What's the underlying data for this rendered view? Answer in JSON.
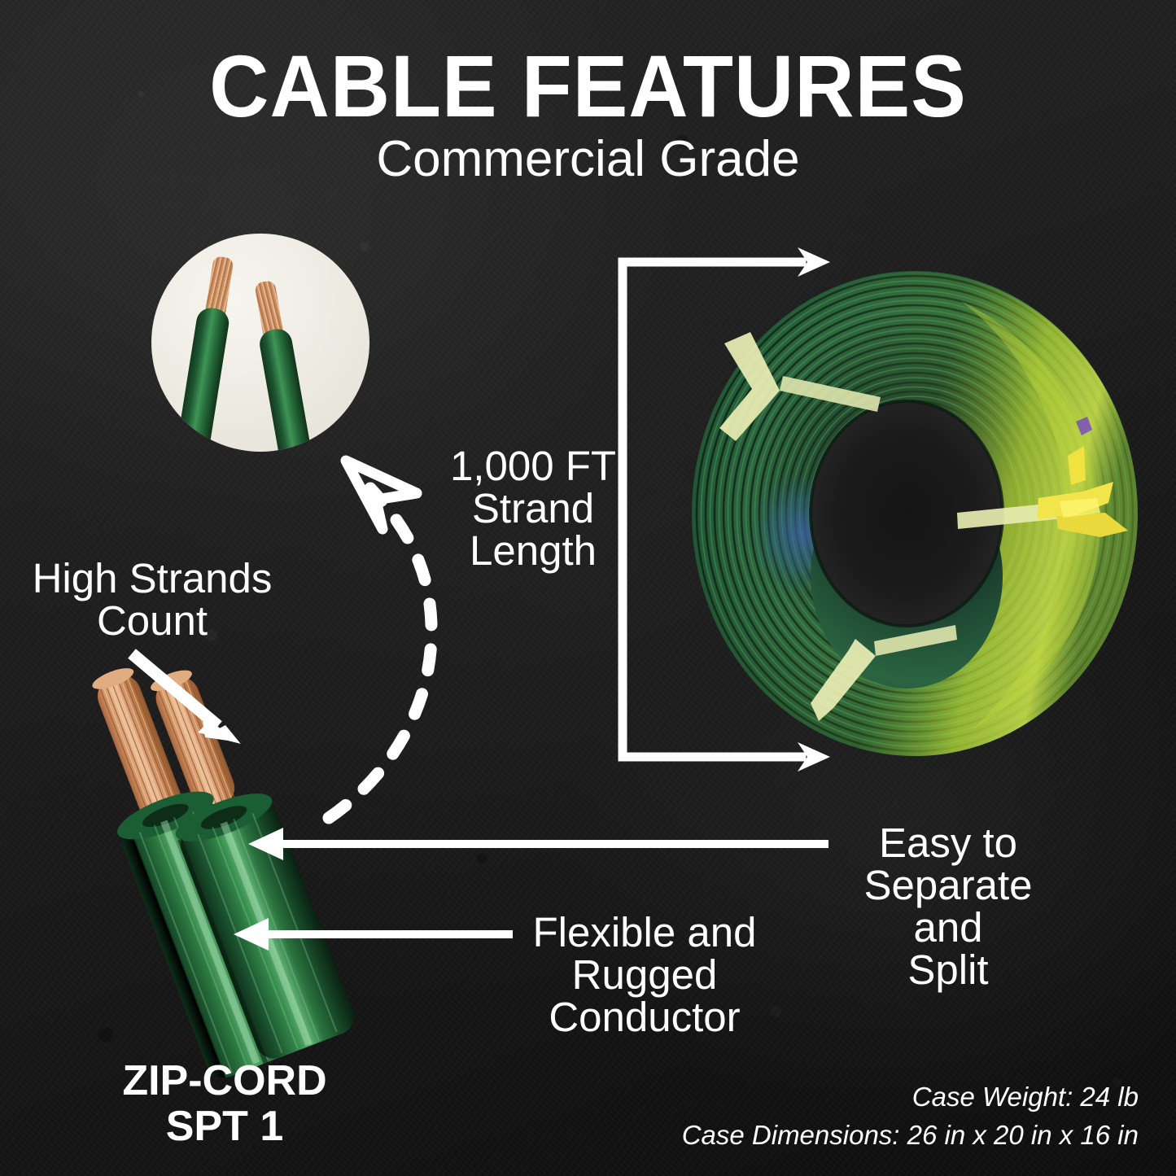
{
  "header": {
    "title": "CABLE FEATURES",
    "subtitle": "Commercial Grade"
  },
  "callouts": {
    "strand_length": "1,000 FT\nStrand\nLength",
    "high_strands": "High Strands\nCount",
    "easy_separate": "Easy to\nSeparate and\nSplit",
    "flexible": "Flexible and\nRugged\nConductor"
  },
  "footer": {
    "product_name": "ZIP-CORD\nSPT 1",
    "case_info": "Case Weight: 24 lb\nCase Dimensions: 26 in x 20 in x 16 in"
  },
  "imagery": {
    "inset_label": "split-wire-closeup",
    "coil_label": "green-wire-coil",
    "cable_label": "zip-cord-cable-end"
  },
  "colors": {
    "background": "#1d1d1d",
    "text": "#ffffff",
    "jacket_green": "#1f5c30",
    "jacket_highlight": "#3f9455",
    "copper": "#c98f63",
    "copper_light": "#e8b88e",
    "tie_yellow": "#f2e24a",
    "tie_pale": "#e8edb0"
  }
}
